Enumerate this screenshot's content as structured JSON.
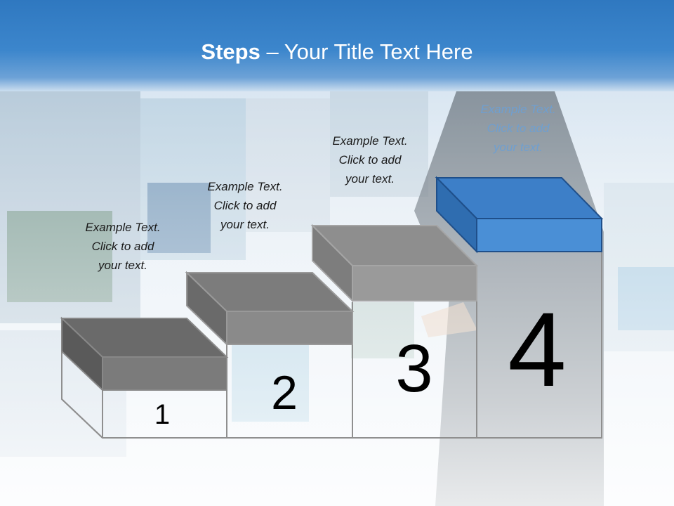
{
  "slide": {
    "title_bold": "Steps",
    "title_rest": " – Your Title Text Here"
  },
  "steps": [
    {
      "number": "1",
      "caption": [
        "Example Text.",
        "Click  to add",
        "your text."
      ],
      "color": "#7b7b7b"
    },
    {
      "number": "2",
      "caption": [
        "Example Text.",
        "Click  to add",
        "your text."
      ],
      "color": "#8a8a8a"
    },
    {
      "number": "3",
      "caption": [
        "Example Text.",
        "Click  to add",
        "your text."
      ],
      "color": "#9a9a9a"
    },
    {
      "number": "4",
      "caption": [
        "Example Text.",
        "Click  to add",
        "your text."
      ],
      "color": "#4a8fd6"
    }
  ]
}
